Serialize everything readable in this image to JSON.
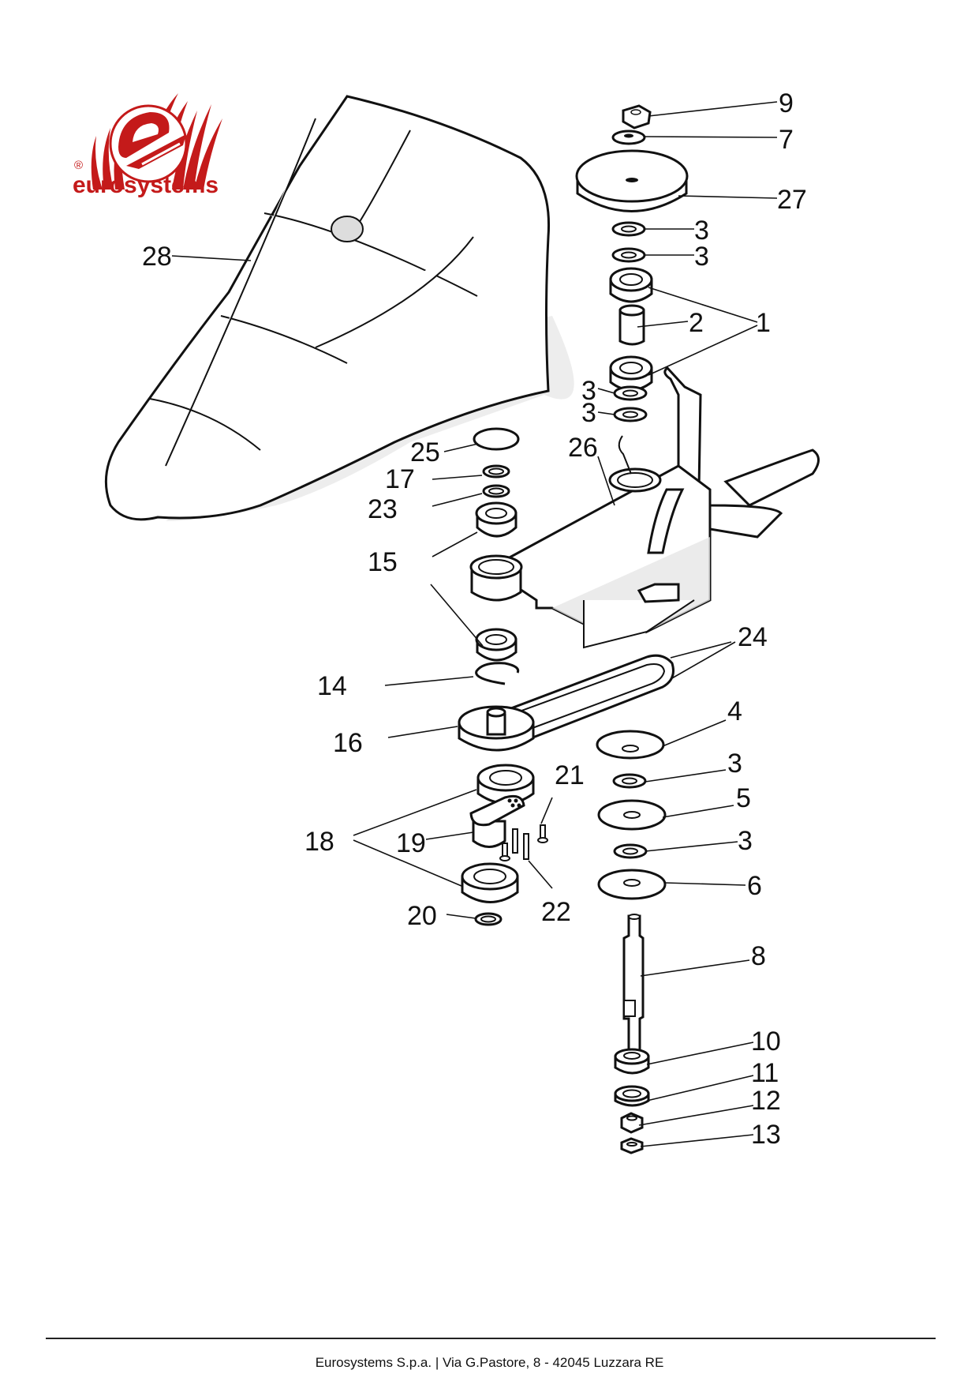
{
  "brand": {
    "name": "eurosystems",
    "registered_mark": "®",
    "color": "#c41a1a"
  },
  "footer": {
    "text": "Eurosystems S.p.a. | Via G.Pastore, 8 - 42045 Luzzara RE"
  },
  "diagram": {
    "type": "exploded-parts-view",
    "callouts": [
      {
        "id": "9",
        "part": "lock-nut"
      },
      {
        "id": "7",
        "part": "washer"
      },
      {
        "id": "27",
        "part": "pulley"
      },
      {
        "id": "3",
        "part": "washer",
        "count": 6
      },
      {
        "id": "1",
        "part": "bearing",
        "count": 2
      },
      {
        "id": "2",
        "part": "spacer-tube"
      },
      {
        "id": "28",
        "part": "belt-guard-cover"
      },
      {
        "id": "25",
        "part": "cap"
      },
      {
        "id": "26",
        "part": "frame"
      },
      {
        "id": "17",
        "part": "seal-ring"
      },
      {
        "id": "23",
        "part": "ring"
      },
      {
        "id": "15",
        "part": "bearing",
        "count": 2
      },
      {
        "id": "14",
        "part": "circlip"
      },
      {
        "id": "24",
        "part": "v-belt"
      },
      {
        "id": "16",
        "part": "drive-pulley"
      },
      {
        "id": "4",
        "part": "cup-washer"
      },
      {
        "id": "5",
        "part": "dish-washer"
      },
      {
        "id": "6",
        "part": "flat-disc"
      },
      {
        "id": "8",
        "part": "shaft"
      },
      {
        "id": "18",
        "part": "bearing",
        "count": 2
      },
      {
        "id": "19",
        "part": "eccentric-hub"
      },
      {
        "id": "21",
        "part": "screw"
      },
      {
        "id": "22",
        "part": "pin"
      },
      {
        "id": "20",
        "part": "ring"
      },
      {
        "id": "10",
        "part": "spacer"
      },
      {
        "id": "11",
        "part": "serrated-washer"
      },
      {
        "id": "12",
        "part": "lock-nut"
      },
      {
        "id": "13",
        "part": "nut"
      }
    ],
    "labels": {
      "l9": "9",
      "l7": "7",
      "l27": "27",
      "l3a": "3",
      "l3b": "3",
      "l1": "1",
      "l2": "2",
      "l3c": "3",
      "l3d": "3",
      "l28": "28",
      "l25": "25",
      "l26": "26",
      "l17": "17",
      "l23": "23",
      "l15": "15",
      "l24": "24",
      "l14": "14",
      "l16": "16",
      "l4": "4",
      "l3e": "3",
      "l21": "21",
      "l5": "5",
      "l18": "18",
      "l19": "19",
      "l3f": "3",
      "l6": "6",
      "l22": "22",
      "l20": "20",
      "l8": "8",
      "l10": "10",
      "l11": "11",
      "l12": "12",
      "l13": "13"
    }
  }
}
